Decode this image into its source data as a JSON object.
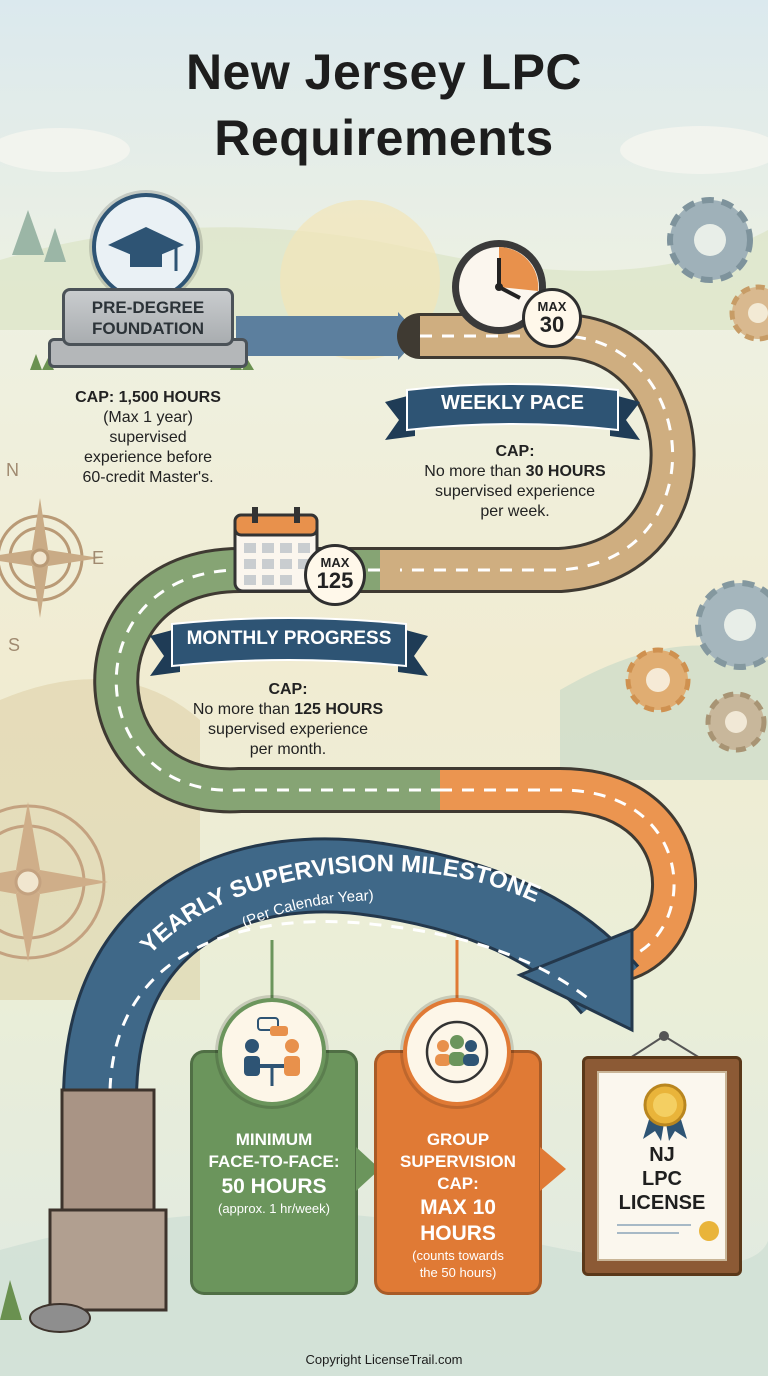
{
  "title": {
    "line1": "New Jersey LPC",
    "line2": "Requirements"
  },
  "predegree": {
    "label_line1": "PRE-DEGREE",
    "label_line2": "FOUNDATION",
    "cap": "CAP: 1,500 HOURS",
    "line2": "(Max 1 year)",
    "line3": "supervised",
    "line4": "experience before",
    "line5": "60-credit Master's."
  },
  "weekly": {
    "badge_top": "MAX",
    "badge_value": "30",
    "banner": "WEEKLY PACE",
    "cap_label": "CAP:",
    "line1_prefix": "No more than ",
    "line1_bold": "30 HOURS",
    "line2": "supervised experience",
    "line3": "per week."
  },
  "monthly": {
    "badge_top": "MAX",
    "badge_value": "125",
    "banner": "MONTHLY PROGRESS",
    "cap_label": "CAP:",
    "line1_prefix": "No more than ",
    "line1_bold": "125 HOURS",
    "line2": "supervised experience",
    "line3": "per month."
  },
  "yearly": {
    "arrow_text": "YEARLY SUPERVISION MILESTONE",
    "subtext": "(Per Calendar Year)"
  },
  "face_to_face": {
    "line1": "MINIMUM",
    "line2": "FACE-TO-FACE:",
    "value": "50 HOURS",
    "note": "(approx. 1 hr/week)"
  },
  "group": {
    "line1": "GROUP",
    "line2": "SUPERVISION",
    "line3": "CAP:",
    "value1": "MAX 10",
    "value2": "HOURS",
    "note1": "(counts towards",
    "note2": "the 50 hours)"
  },
  "license": {
    "line1": "NJ",
    "line2": "LPC",
    "line3": "LICENSE"
  },
  "compass_letters": {
    "n": "N",
    "e": "E",
    "s": "S"
  },
  "copyright": "Copyright LicenseTrail.com",
  "colors": {
    "tan_road": "#c9a677",
    "green_road": "#7e9c6c",
    "orange_road": "#e8914c",
    "blue_road": "#3d6383",
    "navy_banner": "#2e5474",
    "green_card": "#6b955c",
    "orange_card": "#e07a35",
    "frame_wood": "#8c5a35"
  }
}
